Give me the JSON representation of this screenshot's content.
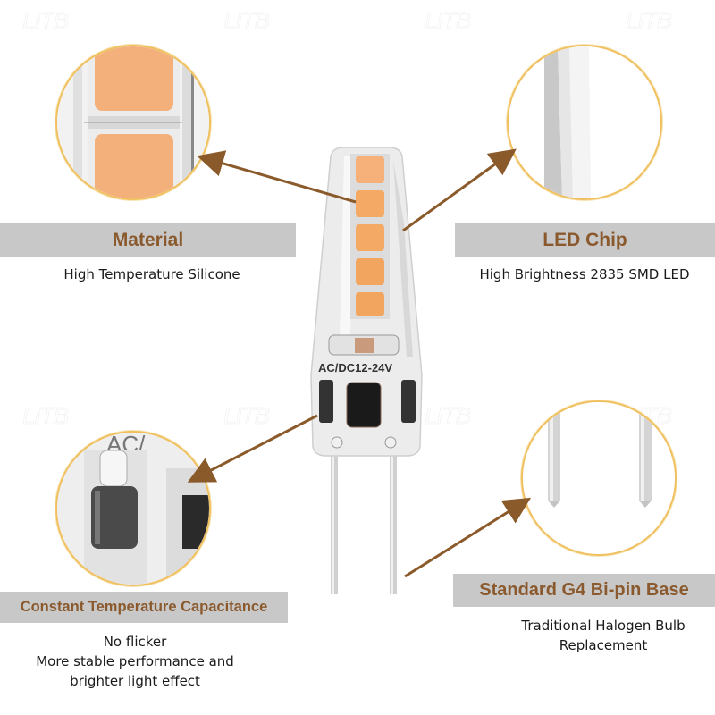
{
  "watermark": "LITB",
  "colors": {
    "accent_text": "#8a5a2e",
    "banner_bg": "#c8c8c8",
    "circle_border": "#f0c060",
    "arrow": "#8b5a2b",
    "led_orange": "#f4a964",
    "body_silicone": "#eeeeee"
  },
  "product": {
    "voltage_label": "AC/DC12-24V",
    "led_count": 5
  },
  "features": [
    {
      "title": "Material",
      "description": [
        "High Temperature Silicone"
      ],
      "detail_icon": "silicone-led-closeup"
    },
    {
      "title": "LED Chip",
      "description": [
        "High Brightness 2835 SMD LED"
      ],
      "detail_icon": "silicone-edge-closeup"
    },
    {
      "title": "Constant Temperature Capacitance",
      "description": [
        "No flicker",
        "More stable performance and",
        "brighter light effect"
      ],
      "detail_icon": "capacitor-closeup"
    },
    {
      "title": "Standard G4 Bi-pin Base",
      "description": [
        "Traditional Halogen Bulb",
        "Replacement"
      ],
      "detail_icon": "bi-pin-closeup"
    }
  ]
}
